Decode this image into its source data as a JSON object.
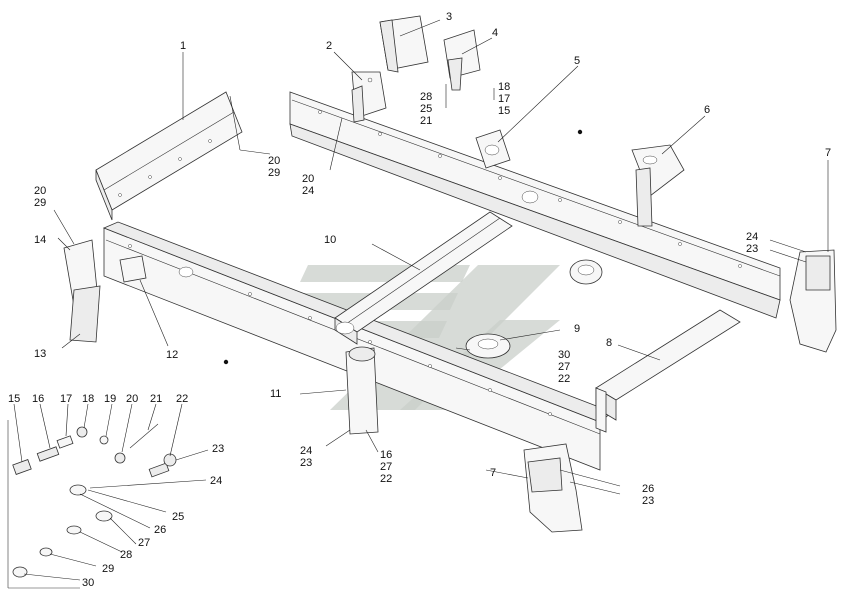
{
  "labels": {
    "l1": "1",
    "l2": "2",
    "l3": "3",
    "l4": "4",
    "l5": "5",
    "l6": "6",
    "l7a": "7",
    "l7b": "7",
    "l8": "8",
    "l9": "9",
    "l10": "10",
    "l11": "11",
    "l12": "12",
    "l13": "13",
    "l14": "14",
    "g_28_25_21": [
      "28",
      "25",
      "21"
    ],
    "g_18_17_15": [
      "18",
      "17",
      "15"
    ],
    "g_20_29_top": [
      "20",
      "29"
    ],
    "g_20_24": [
      "20",
      "24"
    ],
    "g_20_29_left": [
      "20",
      "29"
    ],
    "g_24_23_right": [
      "24",
      "23"
    ],
    "g_30_27_22": [
      "30",
      "27",
      "22"
    ],
    "g_24_23_mid": [
      "24",
      "23"
    ],
    "g_16_27_22": [
      "16",
      "27",
      "22"
    ],
    "g_26_23": [
      "26",
      "23"
    ],
    "inset_top": [
      "15",
      "16",
      "17",
      "18",
      "19",
      "20",
      "21",
      "22"
    ],
    "inset_right": [
      "23",
      "24",
      "25",
      "26",
      "27",
      "28",
      "29",
      "30"
    ]
  }
}
